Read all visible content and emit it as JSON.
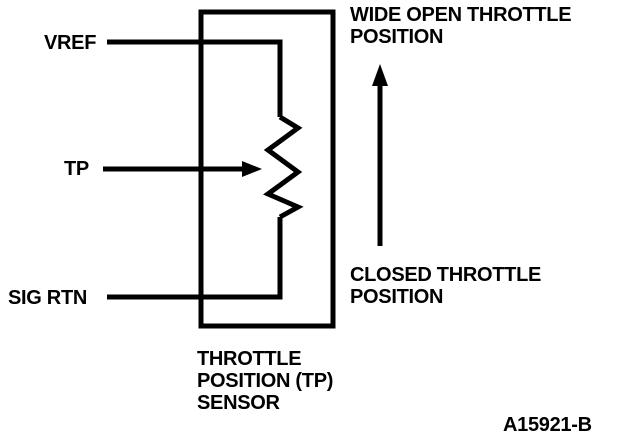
{
  "diagram": {
    "pins": {
      "vref": "VREF",
      "tp": "TP",
      "sig_rtn": "SIG RTN"
    },
    "direction": {
      "top_line1": "WIDE OPEN THROTTLE",
      "top_line2": "POSITION",
      "bottom_line1": "CLOSED THROTTLE",
      "bottom_line2": "POSITION"
    },
    "sensor_caption": {
      "line1": "THROTTLE",
      "line2": "POSITION (TP)",
      "line3": "SENSOR"
    },
    "figure_id": "A15921-B"
  },
  "colors": {
    "ink": "#000000",
    "background": "#ffffff"
  }
}
